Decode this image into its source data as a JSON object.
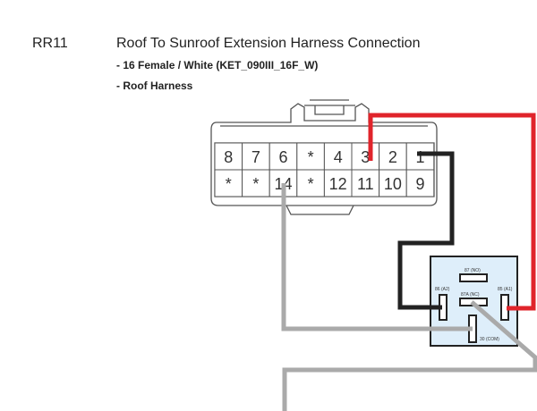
{
  "header": {
    "code": "RR11",
    "title": "Roof To Sunroof Extension Harness Connection",
    "line1": "- 16 Female / White (KET_090III_16F_W)",
    "line2": "- Roof Harness"
  },
  "connector": {
    "row1": [
      "8",
      "7",
      "6",
      "*",
      "4",
      "3",
      "2",
      "1"
    ],
    "row2": [
      "*",
      "*",
      "14",
      "*",
      "12",
      "11",
      "10",
      "9"
    ]
  },
  "relay": {
    "p87": "87 (NO)",
    "p86": "86 (A2)",
    "p87a": "87A (NC)",
    "p85": "85 (A1)",
    "p30": "30 (COM)"
  },
  "colors": {
    "red": "#e0242b",
    "black": "#222222",
    "gray": "#aaaaaa",
    "relay_fill": "#deeefa"
  }
}
